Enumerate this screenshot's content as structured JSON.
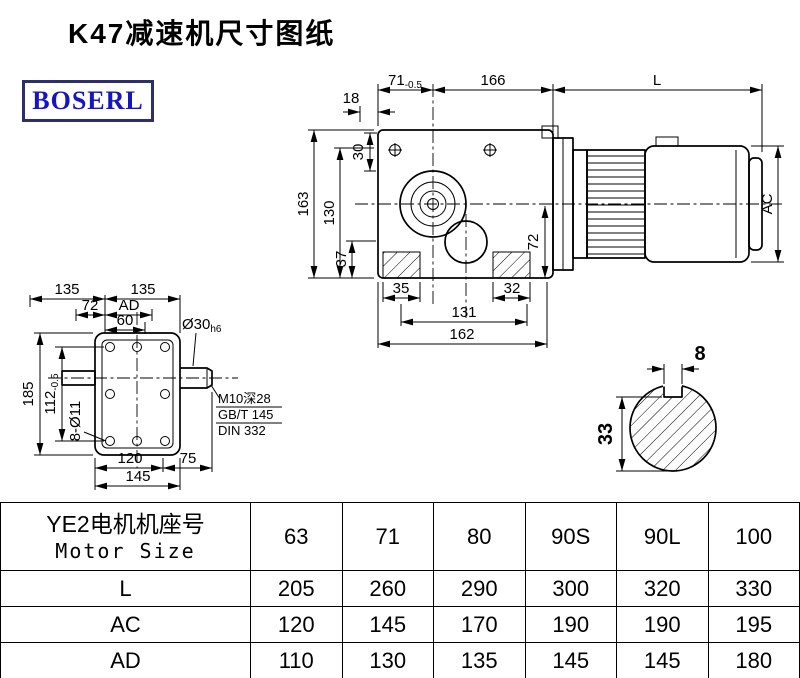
{
  "page": {
    "title": "K47减速机尺寸图纸",
    "logo_text": "BOSERL",
    "colors": {
      "logo_text": "#1515c4",
      "logo_border": "#2e2e6e",
      "line": "#000000",
      "background": "#ffffff"
    }
  },
  "side_view": {
    "top": {
      "d18": "18",
      "d71": "71",
      "d71_tol": "-0.5",
      "d166": "166",
      "dL": "L"
    },
    "left": {
      "d30": "30",
      "d163": "163",
      "d130": "130",
      "d37": "37"
    },
    "right": {
      "d72": "72",
      "dAC": "AC"
    },
    "bottom": {
      "d35": "35",
      "d32": "32",
      "d131": "131",
      "d162": "162"
    }
  },
  "front_view": {
    "top": {
      "d135_left": "135",
      "d135_right": "135",
      "d72": "72",
      "dAD": "AD",
      "d60": "60",
      "shaft_dia": "Ø30",
      "shaft_fit": "h6"
    },
    "left": {
      "d185": "185",
      "d112": "112",
      "d112_tol": "-0.5",
      "holes": "8-Ø11"
    },
    "bottom": {
      "d120": "120",
      "d75": "75",
      "d145": "145"
    },
    "notes": [
      "M10深28",
      "GB/T 145",
      "DIN 332"
    ]
  },
  "shaft_section": {
    "key_width": "8",
    "depth_to_bottom": "33"
  },
  "table": {
    "header_cn": "YE2电机机座号",
    "header_en": "Motor Size",
    "sizes": [
      "63",
      "71",
      "80",
      "90S",
      "90L",
      "100"
    ],
    "rows": [
      {
        "label": "L",
        "values": [
          "205",
          "260",
          "290",
          "300",
          "320",
          "330"
        ]
      },
      {
        "label": "AC",
        "values": [
          "120",
          "145",
          "170",
          "190",
          "190",
          "195"
        ]
      },
      {
        "label": "AD",
        "values": [
          "110",
          "130",
          "135",
          "145",
          "145",
          "180"
        ]
      }
    ]
  }
}
